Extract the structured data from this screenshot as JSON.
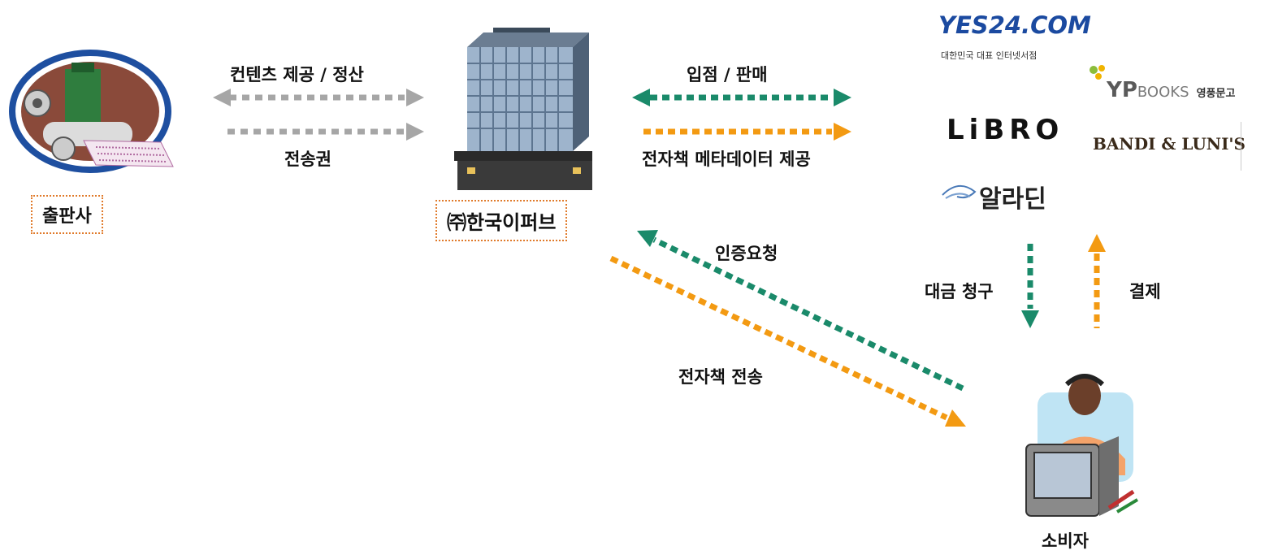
{
  "entities": {
    "publisher": "출판사",
    "company": "㈜한국이퍼브",
    "consumer": "소비자"
  },
  "flows": {
    "content_settlement": "컨텐츠 제공 / 정산",
    "transfer_rights": "전송권",
    "store_sales": "입점 / 판매",
    "metadata": "전자책 메타데이터 제공",
    "auth_request": "인증요청",
    "ebook_transfer": "전자책 전송",
    "billing": "대금 청구",
    "payment": "결제"
  },
  "stores": {
    "yes24_name": "YES24.COM",
    "yes24_tagline": "대한민국 대표 인터넷서점",
    "ypbooks_name": "YP",
    "ypbooks_books": "BOOKS",
    "ypbooks_kor": "영풍문고",
    "libro_name": "LiBRO",
    "bandi_name": "BANDI & LUNI'S",
    "aladin_name": "알라딘"
  },
  "colors": {
    "gray_arrow": "#a6a6a6",
    "green_arrow": "#1a8a6a",
    "orange_arrow": "#f39a12",
    "box_border": "#e07a2a"
  }
}
